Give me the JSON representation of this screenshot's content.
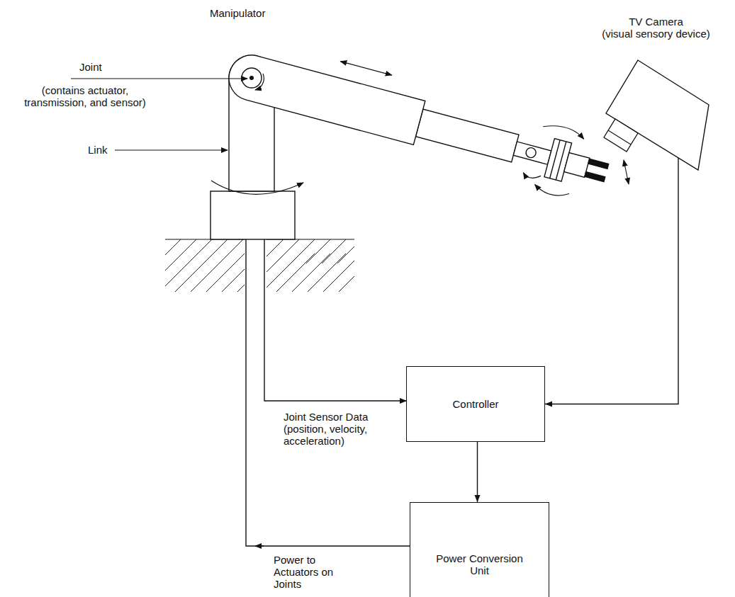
{
  "diagram": {
    "nodes": [
      {
        "text": [
          "TV Camera",
          "(visual sensory device)"
        ]
      },
      {
        "text": [
          "Controller"
        ]
      },
      {
        "text": [
          "Power Conversion Unit"
        ]
      }
    ],
    "edges": [
      {
        "from": 0,
        "to": 1,
        "arrow": "to"
      },
      {
        "from": 1,
        "to": 2,
        "arrow": "to"
      }
    ],
    "labels": [
      "Manipulator",
      "Joint",
      "(contains actuator, transmission, and sensor)",
      "Link",
      "Joint Sensor Data (position, velocity, acceleration)",
      "Power to Actuators on Joints"
    ]
  }
}
